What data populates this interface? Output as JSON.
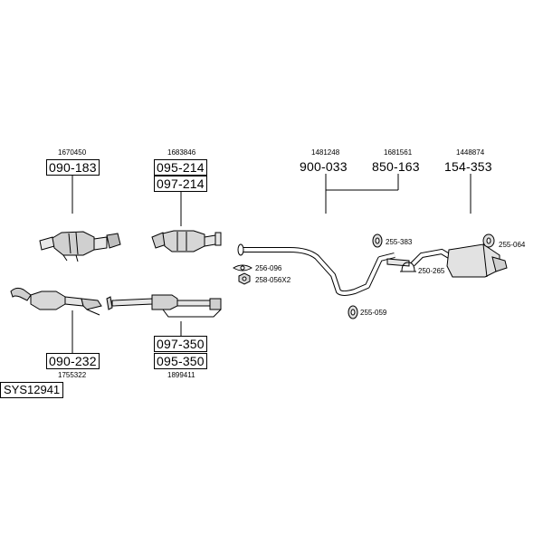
{
  "system_code": "SYS12941",
  "groups": {
    "catalyst_front": {
      "ref": "1670450",
      "parts": [
        "090-183"
      ]
    },
    "catalyst_second": {
      "ref": "1683846",
      "parts": [
        "095-214",
        "097-214"
      ]
    },
    "front_pipe_cat": {
      "ref": "1755322",
      "parts": [
        "090-232"
      ]
    },
    "mid_section": {
      "ref": "1899411",
      "parts": [
        "097-350",
        "095-350"
      ]
    },
    "pipe_set": {
      "refs": [
        "1481248",
        "1681561"
      ],
      "parts": [
        "900-033",
        "850-163"
      ]
    },
    "rear_silencer": {
      "ref": "1448874",
      "parts": [
        "154-353"
      ]
    }
  },
  "accessories": {
    "gasket": "256-096",
    "nut": "258-056X2",
    "mount_center": "255-059",
    "mount_upper": "255-383",
    "clamp": "250-265",
    "mount_rear": "255-064"
  },
  "icons": {
    "catalytic_converter": "catalytic-converter-icon",
    "pipe": "exhaust-pipe-icon",
    "silencer": "silencer-icon",
    "rubber_mount": "rubber-mount-icon",
    "gasket": "gasket-icon",
    "nut": "nut-icon",
    "clamp": "clamp-icon"
  }
}
